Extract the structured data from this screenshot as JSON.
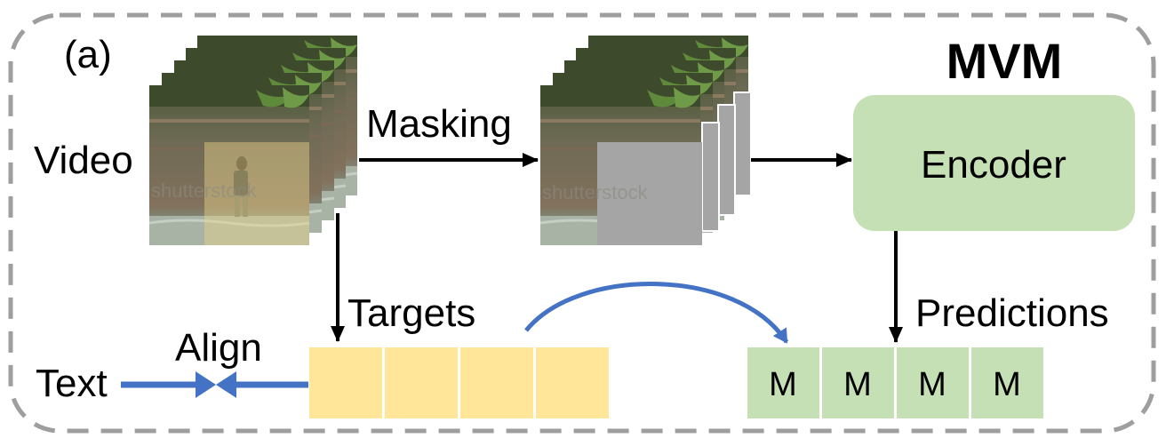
{
  "panel": {
    "label": "(a)",
    "title": "MVM"
  },
  "labels": {
    "video": "Video",
    "masking": "Masking",
    "encoder": "Encoder",
    "targets": "Targets",
    "predictions": "Predictions",
    "text": "Text",
    "align": "Align"
  },
  "watermark": "shutterstock",
  "prediction_tokens": [
    "M",
    "M",
    "M",
    "M"
  ],
  "target_token_count": 4,
  "colors": {
    "border": "#9e9e9e",
    "encoder_fill": "#c5e0b4",
    "token_prediction": "#c5e0b4",
    "token_target": "#ffe699",
    "mask_gray": "#a5a5a5",
    "align_arrow": "#4472c4",
    "curve_arrow": "#4472c4",
    "arrow_black": "#000000"
  }
}
